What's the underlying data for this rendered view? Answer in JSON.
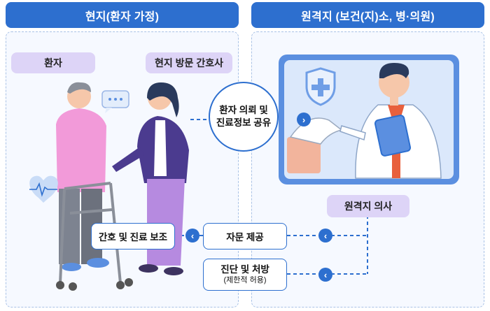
{
  "left_panel": {
    "header": "현지(환자 가정)",
    "patient_label": "환자",
    "nurse_label": "현지 방문 간호사"
  },
  "right_panel": {
    "header": "원격지 (보건(지)소, 병·의원)",
    "doctor_label": "원격지 의사"
  },
  "flow": {
    "request": {
      "line1": "환자 의뢰 및",
      "line2": "진료정보 공유"
    },
    "consult": "자문 제공",
    "nursing": "간호 및 진료 보조",
    "diagnosis": {
      "line1": "진단 및 처방",
      "line2": "(제한적 허용)"
    }
  },
  "icons": {
    "chevron_right": "›",
    "chevron_left": "‹"
  },
  "colors": {
    "primary": "#2d6fcf",
    "pill": "#ddd4f7",
    "panel_border": "#a9c2e6",
    "panel_bg": "#f6f9ff"
  }
}
